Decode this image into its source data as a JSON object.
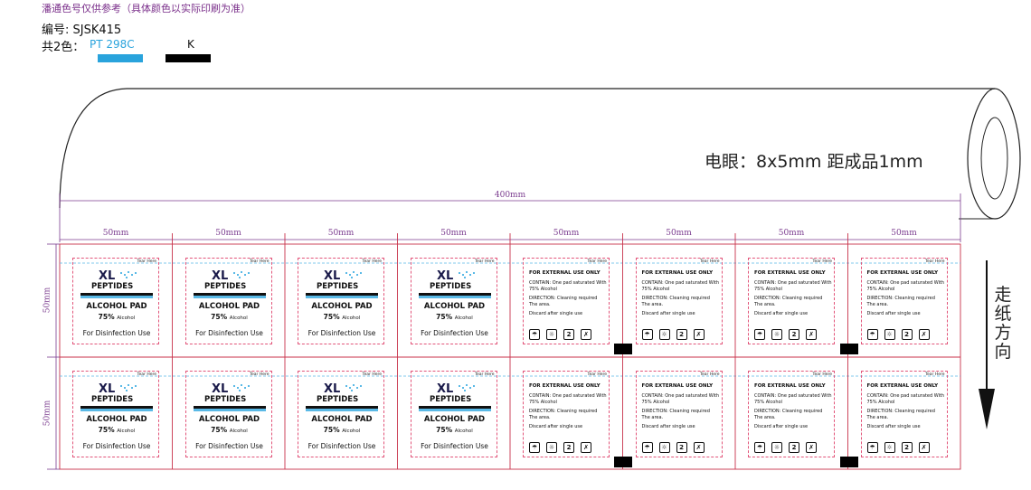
{
  "header": {
    "note": "潘通色号仅供参考（具体颜色以实际印刷为准）",
    "code": "编号: SJSK415",
    "colors_label": "共2色：",
    "pantone": "PT  298C",
    "black": "K",
    "accent_cyan": "#29a3dc",
    "black_color": "#000000"
  },
  "annotations": {
    "eyemark": "电眼：8x5mm 距成品1mm",
    "direction": "走纸方向",
    "total_width": "400mm",
    "cell_width": "50mm",
    "cell_height": "50mm"
  },
  "front_card": {
    "tear": "Tear Here",
    "logo_top": "XL",
    "logo_bottom": "PEPTIDES",
    "title": "ALCOHOL PAD",
    "percent": "75%",
    "percent_unit": "Alcohol",
    "use": "For Disinfection Use"
  },
  "back_card": {
    "tear": "Tear Here",
    "external": "FOR EXTERNAL USE ONLY",
    "contain": "CONTAIN: One pad saturated With 75% Alcohol",
    "direction": "DIRECTION: Cleaning required The area.",
    "discard": "Discard after single use",
    "icons": [
      "umbrella-icon",
      "sun-icon",
      "no-reuse-2-icon",
      "no-alcohol-icon"
    ],
    "icon_glyphs": [
      "☂",
      "☼",
      "2",
      "✗"
    ]
  }
}
